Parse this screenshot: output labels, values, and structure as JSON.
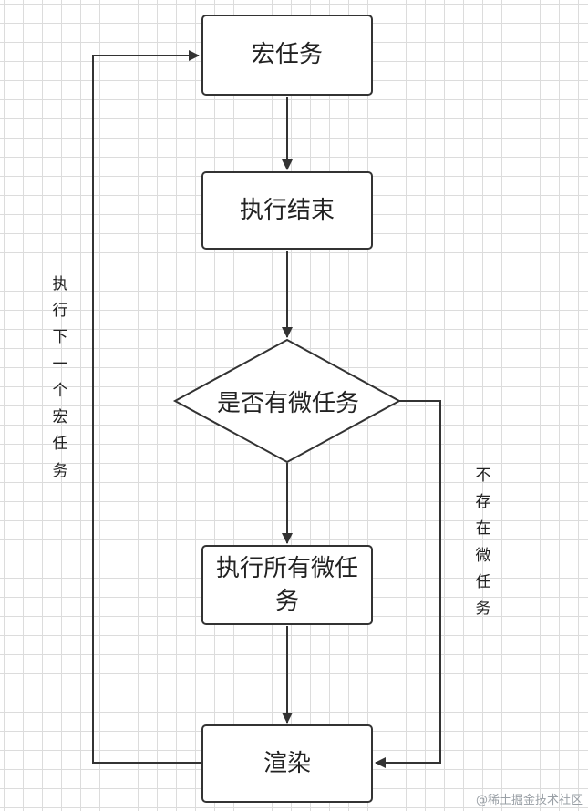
{
  "nodes": {
    "macro_task": "宏任务",
    "execution_end": "执行结束",
    "decision": "是否有微任务",
    "all_micro_tasks": "执行所有微任务",
    "render": "渲染"
  },
  "labels": {
    "next_macro_task": "执行下一个宏任务",
    "no_micro_task": "不存在微任务"
  },
  "watermark": "@稀土掘金技术社区",
  "colors": {
    "stroke": "#333333",
    "grid": "#dcdcdc",
    "background": "#ffffff"
  }
}
